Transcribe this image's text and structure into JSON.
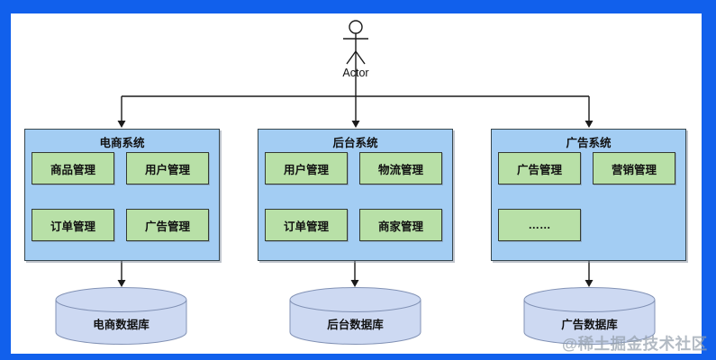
{
  "diagram": {
    "actor_label": "Actor",
    "systems": [
      {
        "title": "电商系统",
        "modules": [
          "商品管理",
          "用户管理",
          "订单管理",
          "广告管理"
        ]
      },
      {
        "title": "后台系统",
        "modules": [
          "用户管理",
          "物流管理",
          "订单管理",
          "商家管理"
        ]
      },
      {
        "title": "广告系统",
        "modules": [
          "广告管理",
          "营销管理",
          "……"
        ]
      }
    ],
    "databases": [
      "电商数据库",
      "后台数据库",
      "广告数据库"
    ]
  },
  "watermark": "@稀土掘金技术社区",
  "colors": {
    "frame_blue": "#1160ec",
    "system_box_fill": "#a3cdf3",
    "module_fill": "#b8e0a7",
    "database_fill": "#cdd9f2",
    "line_color": "#1a1a1a"
  }
}
